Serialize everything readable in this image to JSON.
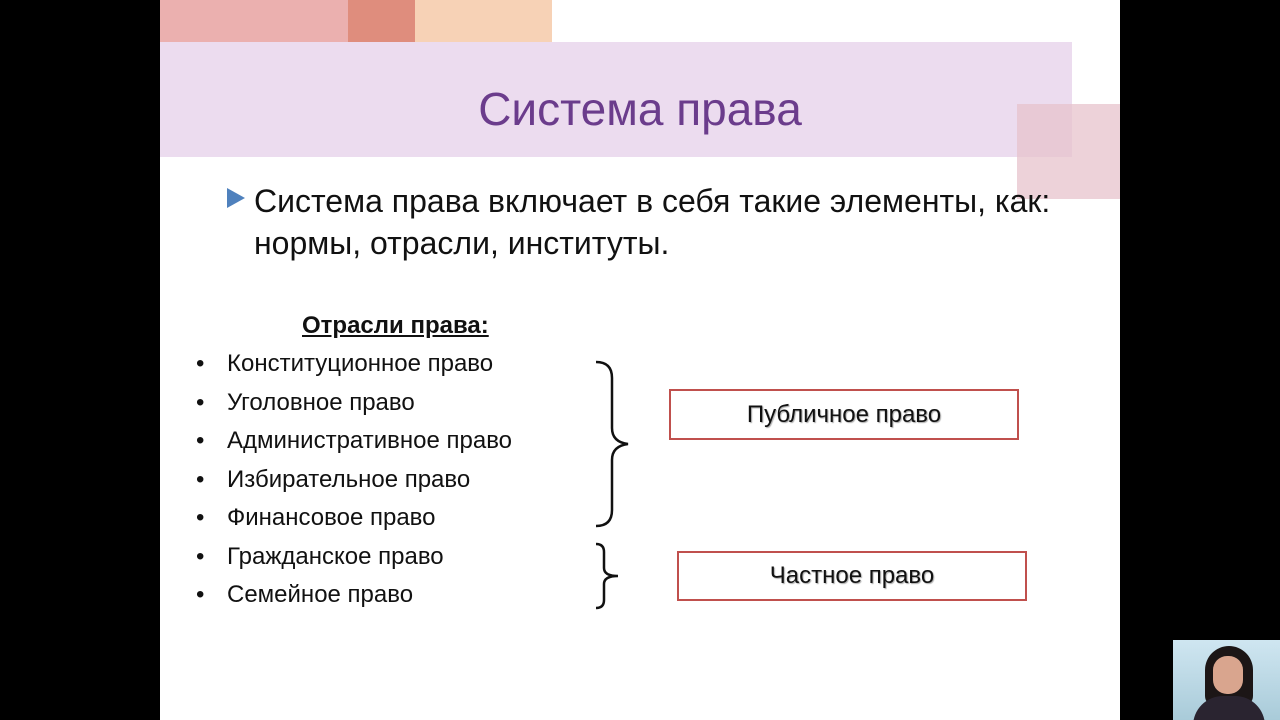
{
  "slide": {
    "title": "Система права",
    "main_bullet": "Система права  включает в себя такие элементы, как: нормы, отрасли, институты.",
    "branches_heading": "Отрасли права:",
    "branches": [
      "Конституционное право",
      "Уголовное право",
      "Административное право",
      "Избирательное право",
      "Финансовое право",
      "Гражданское право",
      "Семейное право"
    ],
    "public_law_label": "Публичное право",
    "private_law_label": "Частное право"
  },
  "colors": {
    "title": "#6b3c8c",
    "title_band": "#ecdcef",
    "bullet_marker": "#4f81bd",
    "box_border": "#c0504d"
  },
  "icons": {
    "main_bullet_marker": "blue-triangle-icon",
    "brace": "right-curly-brace-icon"
  }
}
